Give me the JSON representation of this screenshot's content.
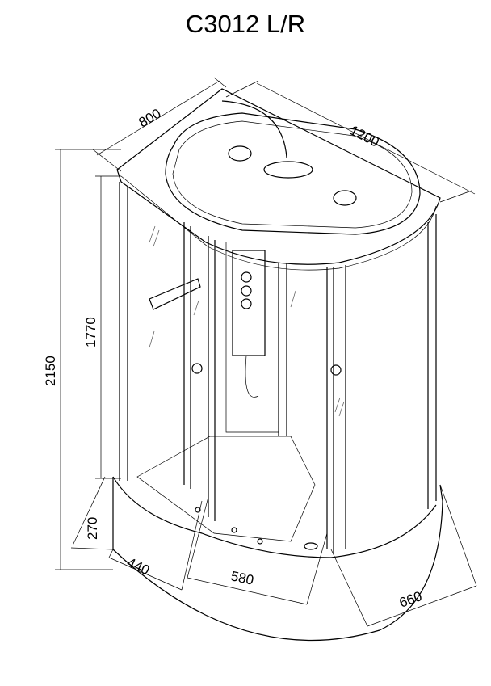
{
  "title": "C3012 L/R",
  "dimensions": {
    "depth": "800",
    "width": "1200",
    "total_height": "2150",
    "cabin_height": "1770",
    "tray_height": "270",
    "side_depth": "440",
    "door_width": "580",
    "curve_depth": "660"
  }
}
